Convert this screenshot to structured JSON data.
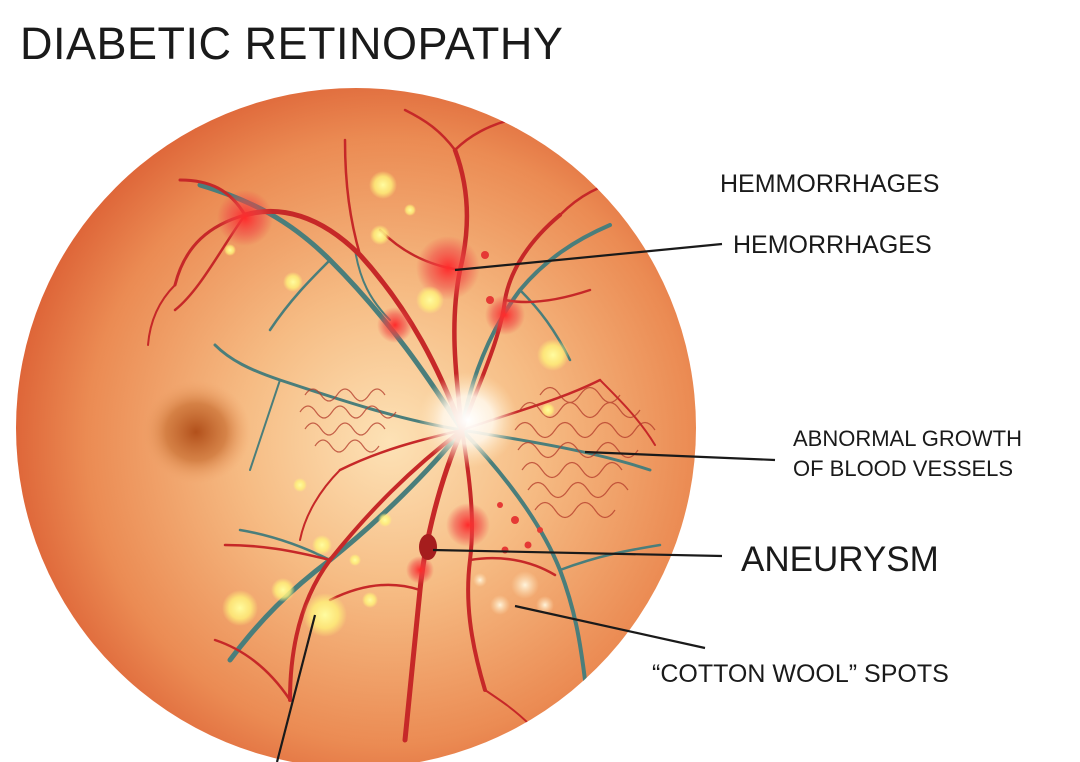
{
  "title": "DIABETIC RETINOPATHY",
  "labels": {
    "hemmorrhages": "HEMMORRHAGES",
    "hemorrhages": "HEMORRHAGES",
    "abnormal_growth_line1": "ABNORMAL GROWTH",
    "abnormal_growth_line2": "OF BLOOD VESSELS",
    "aneurysm": "ANEURYSM",
    "cotton_wool": "“COTTON WOOL” SPOTS"
  },
  "icons": {
    "retina": "retina-fundus-icon"
  },
  "colors": {
    "retina_center": "#fbd7a6",
    "retina_mid": "#f0a36a",
    "retina_edge": "#d9532a",
    "artery": "#c62828",
    "vein": "#4a7e7b",
    "macula": "#b8541a",
    "exudate": "#fff27a",
    "text": "#1a1a1a"
  }
}
